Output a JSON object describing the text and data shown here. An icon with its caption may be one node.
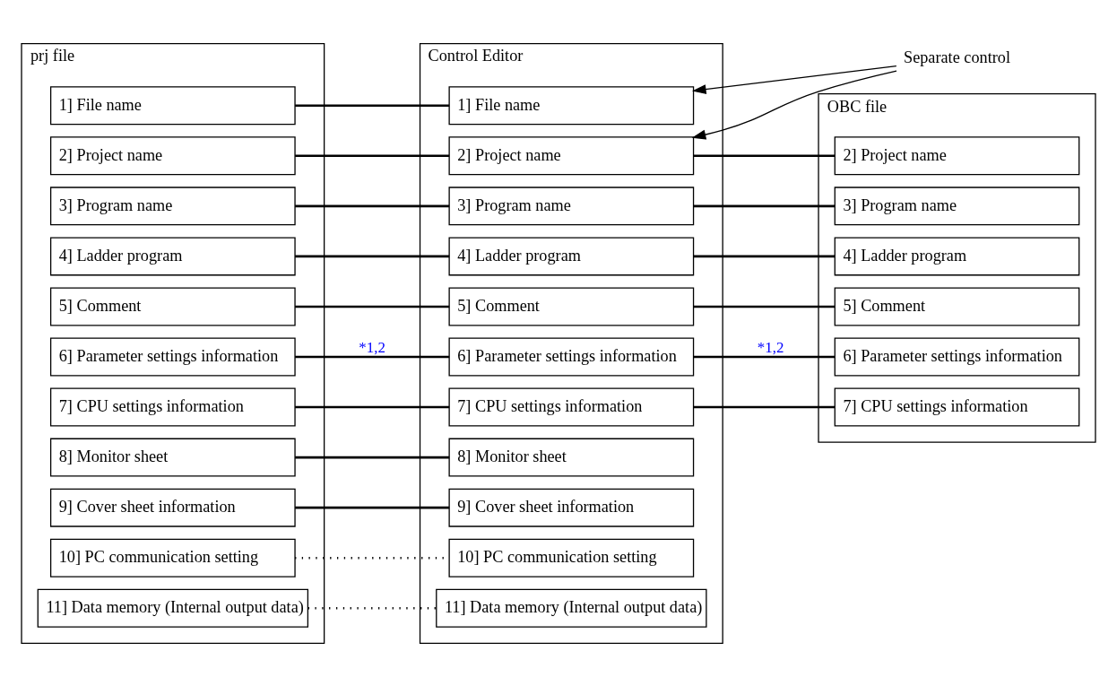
{
  "diagram": {
    "nodes": [
      {
        "text": [
          "prj file"
        ]
      },
      {
        "text": [
          "1] File name"
        ],
        "in": 0
      },
      {
        "text": [
          "2] Project name"
        ],
        "in": 0
      },
      {
        "text": [
          "3] Program name"
        ],
        "in": 0
      },
      {
        "text": [
          "4] Ladder program"
        ],
        "in": 0
      },
      {
        "text": [
          "5] Comment"
        ],
        "in": 0
      },
      {
        "text": [
          "6] Parameter settings information"
        ],
        "in": 0
      },
      {
        "text": [
          "7] CPU settings information"
        ],
        "in": 0
      },
      {
        "text": [
          "8] Monitor sheet"
        ],
        "in": 0
      },
      {
        "text": [
          "9] Cover sheet information"
        ],
        "in": 0
      },
      {
        "text": [
          "10] PC communication setting"
        ],
        "in": 0
      },
      {
        "text": [
          "11] Data memory (Internal output data)"
        ],
        "in": 0
      },
      {
        "text": [
          "Control Editor"
        ]
      },
      {
        "text": [
          "1] File name"
        ],
        "in": 12
      },
      {
        "text": [
          "2] Project name"
        ],
        "in": 12
      },
      {
        "text": [
          "3] Program name"
        ],
        "in": 12
      },
      {
        "text": [
          "4] Ladder program"
        ],
        "in": 12
      },
      {
        "text": [
          "5] Comment"
        ],
        "in": 12
      },
      {
        "text": [
          "6] Parameter settings information"
        ],
        "in": 12
      },
      {
        "text": [
          "7] CPU settings information"
        ],
        "in": 12
      },
      {
        "text": [
          "8] Monitor sheet"
        ],
        "in": 12
      },
      {
        "text": [
          "9] Cover sheet information"
        ],
        "in": 12
      },
      {
        "text": [
          "10] PC communication setting"
        ],
        "in": 12
      },
      {
        "text": [
          "11] Data memory (Internal output data)"
        ],
        "in": 12
      },
      {
        "text": [
          "OBC file"
        ]
      },
      {
        "text": [
          "2] Project name"
        ],
        "in": 24
      },
      {
        "text": [
          "3] Program name"
        ],
        "in": 24
      },
      {
        "text": [
          "4] Ladder program"
        ],
        "in": 24
      },
      {
        "text": [
          "5] Comment"
        ],
        "in": 24
      },
      {
        "text": [
          "6] Parameter settings information"
        ],
        "in": 24
      },
      {
        "text": [
          "7] CPU settings information"
        ],
        "in": 24
      },
      {
        "text": [
          "Separate control"
        ]
      }
    ],
    "edges": [
      {
        "from": 1,
        "to": 13,
        "arrow": "none"
      },
      {
        "from": 2,
        "to": 14,
        "arrow": "none"
      },
      {
        "from": 3,
        "to": 15,
        "arrow": "none"
      },
      {
        "from": 4,
        "to": 16,
        "arrow": "none"
      },
      {
        "from": 5,
        "to": 17,
        "arrow": "none"
      },
      {
        "from": 6,
        "to": 18,
        "arrow": "none",
        "label": "*1,2"
      },
      {
        "from": 7,
        "to": 19,
        "arrow": "none"
      },
      {
        "from": 8,
        "to": 20,
        "arrow": "none"
      },
      {
        "from": 9,
        "to": 21,
        "arrow": "none"
      },
      {
        "from": 10,
        "to": 22,
        "arrow": "none",
        "style": "dashed"
      },
      {
        "from": 11,
        "to": 23,
        "arrow": "none",
        "style": "dashed"
      },
      {
        "from": 14,
        "to": 25,
        "arrow": "none"
      },
      {
        "from": 15,
        "to": 26,
        "arrow": "none"
      },
      {
        "from": 16,
        "to": 27,
        "arrow": "none"
      },
      {
        "from": 17,
        "to": 28,
        "arrow": "none"
      },
      {
        "from": 18,
        "to": 29,
        "arrow": "none",
        "label": "*1,2"
      },
      {
        "from": 19,
        "to": 30,
        "arrow": "none"
      },
      {
        "from": 31,
        "to": 13,
        "arrow": "to"
      },
      {
        "from": 31,
        "to": 14,
        "arrow": "to"
      }
    ]
  }
}
